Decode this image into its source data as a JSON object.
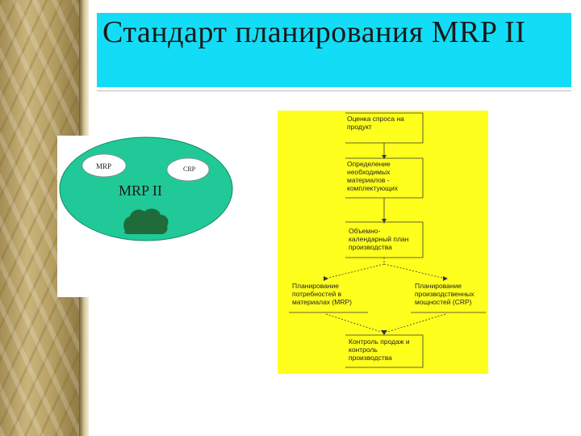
{
  "slide": {
    "title": "Стандарт планирования MRP II"
  },
  "left_diagram": {
    "mrp_label": "MRP",
    "crp_label": "CRP",
    "center_label": "MRP II"
  },
  "flowchart": {
    "boxes": [
      "Оценка спроса на продукт",
      "Определение необходимых материалов - комплектующих",
      "Объемно-календарный план производства",
      "Планирование потребностей в материалах (MRP)",
      "Планирование производственных мощностей (CRP)",
      "Контроль продаж и контроль производства"
    ]
  },
  "colors": {
    "title_bg": "#13ddf6",
    "flowchart_bg": "#ffff1e",
    "ellipse_green": "#20c997",
    "dark_green": "#1f6b3c"
  }
}
